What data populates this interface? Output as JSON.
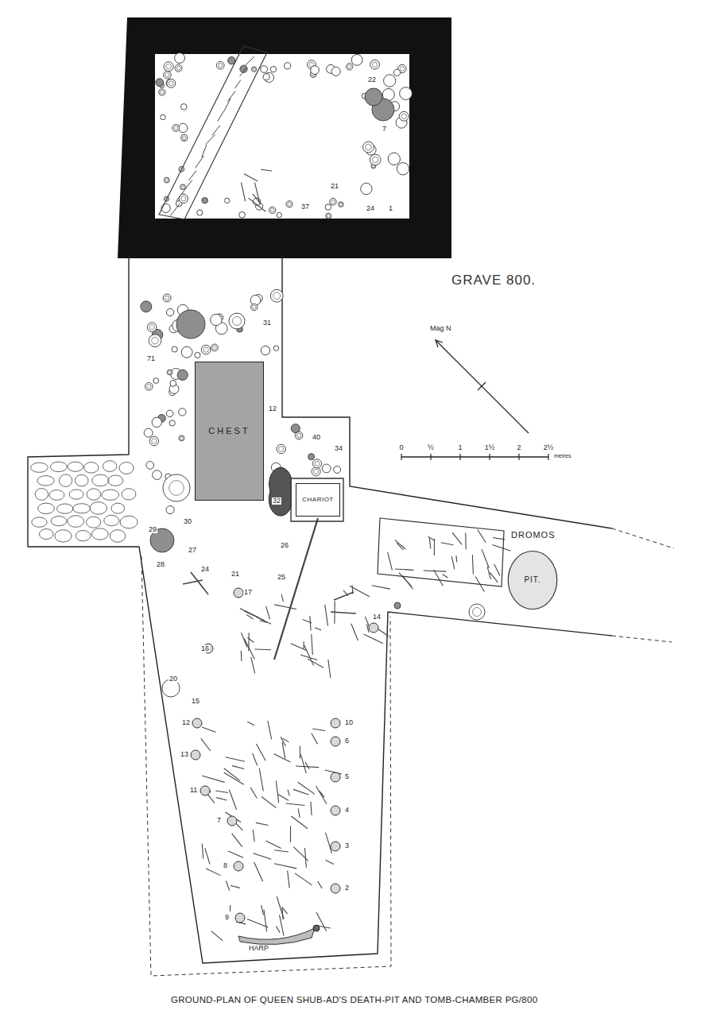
{
  "diagram": {
    "title": "GRAVE 800.",
    "caption": "GROUND-PLAN OF QUEEN SHUB-AD'S DEATH-PIT AND TOMB-CHAMBER PG/800",
    "nodes": [
      {
        "text": [
          "CHEST"
        ]
      },
      {
        "text": [
          "CHARIOT"
        ]
      },
      {
        "text": [
          "PIT."
        ]
      }
    ],
    "labels": [
      "Mag N",
      "0",
      "½",
      "1",
      "1½",
      "2",
      "2½",
      "metres",
      "DROMOS",
      "HARP",
      "22",
      "7",
      "1",
      "21",
      "24",
      "37",
      "31",
      "12",
      "71",
      "40",
      "34",
      "32",
      "30",
      "29",
      "28",
      "27",
      "24",
      "21",
      "26",
      "25",
      "17",
      "16",
      "15",
      "20",
      "14",
      "10",
      "6",
      "5",
      "4",
      "3",
      "2",
      "12",
      "13",
      "11",
      "7",
      "8",
      "9"
    ]
  }
}
